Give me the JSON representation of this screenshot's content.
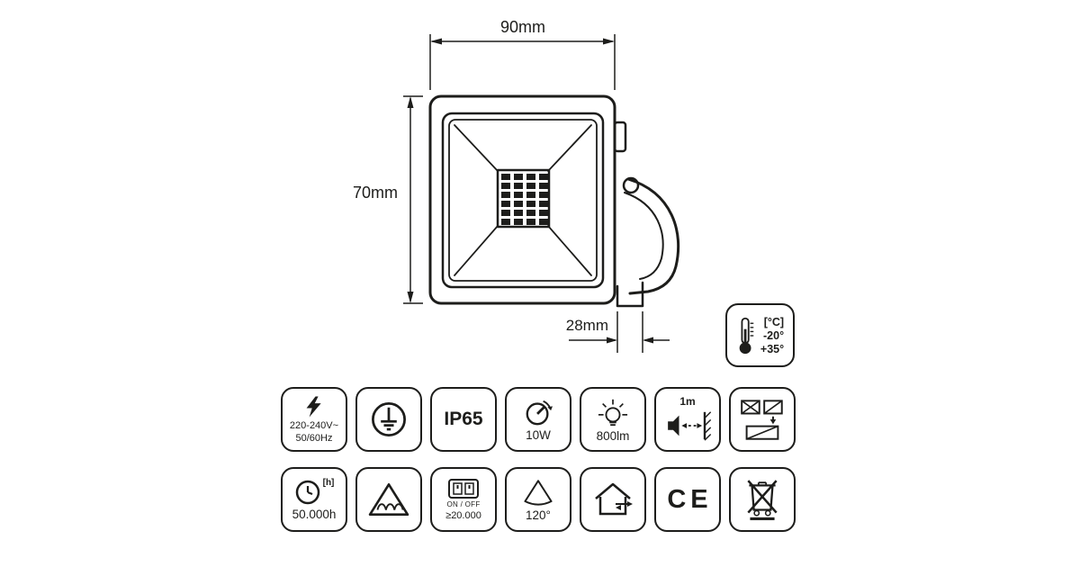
{
  "drawing": {
    "width_dim": "90mm",
    "height_dim": "70mm",
    "depth_dim": "28mm"
  },
  "temperature_badge": {
    "unit": "[°C]",
    "min": "-20°",
    "max": "+35°"
  },
  "spec_badges": {
    "row1": [
      {
        "name": "voltage",
        "line1": "220-240V~",
        "line2": "50/60Hz"
      },
      {
        "name": "protection-earth"
      },
      {
        "name": "ip-rating",
        "label": "IP65"
      },
      {
        "name": "power",
        "label": "10W"
      },
      {
        "name": "luminous-flux",
        "label": "800lm"
      },
      {
        "name": "min-distance",
        "label": "1m"
      },
      {
        "name": "mounting-orientation"
      }
    ],
    "row2": [
      {
        "name": "lifetime",
        "unit": "[h]",
        "label": "50.000h"
      },
      {
        "name": "flammable-surface-triangle"
      },
      {
        "name": "switching-cycles",
        "line1": "ON / OFF",
        "line2": "≥20.000"
      },
      {
        "name": "beam-angle",
        "label": "120°"
      },
      {
        "name": "indoor-outdoor"
      },
      {
        "name": "ce-mark",
        "label": "CE"
      },
      {
        "name": "weee"
      }
    ]
  }
}
